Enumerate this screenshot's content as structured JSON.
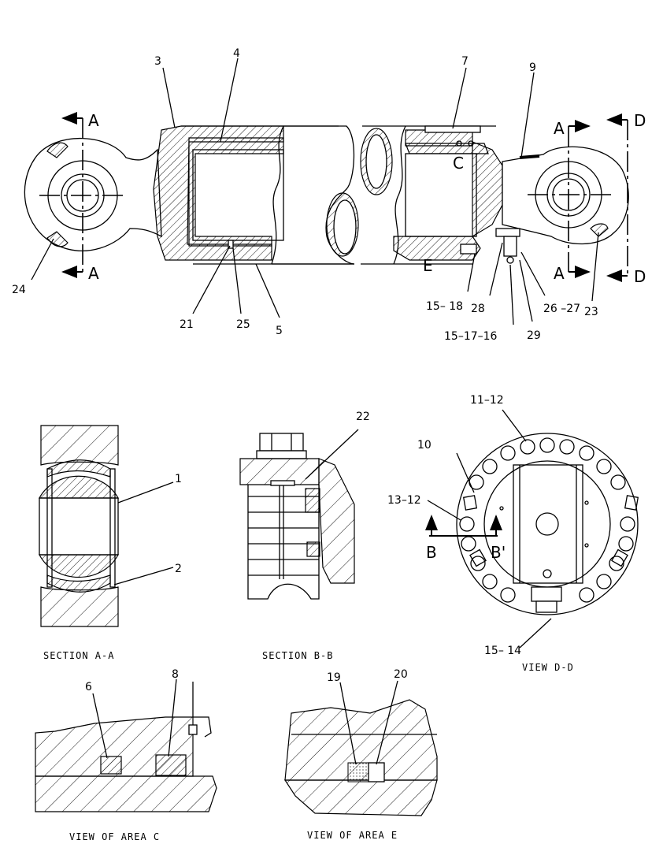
{
  "callouts": {
    "c1": "1",
    "c2": "2",
    "c3": "3",
    "c4": "4",
    "c5": "5",
    "c6": "6",
    "c7": "7",
    "c8": "8",
    "c9": "9",
    "c10": "10",
    "c11_12": "11–12",
    "c13_12": "13–12",
    "c15_14": "15– 14",
    "c15_18": "15– 18",
    "c15_17_16": "15–17–16",
    "c19": "19",
    "c20": "20",
    "c21": "21",
    "c22": "22",
    "c23": "23",
    "c24": "24",
    "c25": "25",
    "c26_27": "26 –27",
    "c28": "28",
    "c29": "29"
  },
  "section_letters": {
    "a_top_left": "A",
    "a_bottom_left": "A",
    "a_top_right": "A",
    "a_bottom_right": "A",
    "d_top": "D",
    "d_bottom": "D",
    "b_left": "B",
    "b_right": "B'",
    "area_c": "C",
    "area_e": "E"
  },
  "captions": {
    "section_aa": "SECTION A-A",
    "section_bb": "SECTION B-B",
    "view_dd": "VIEW D-D",
    "view_area_c": "VIEW OF AREA C",
    "view_area_e": "VIEW OF AREA E"
  }
}
